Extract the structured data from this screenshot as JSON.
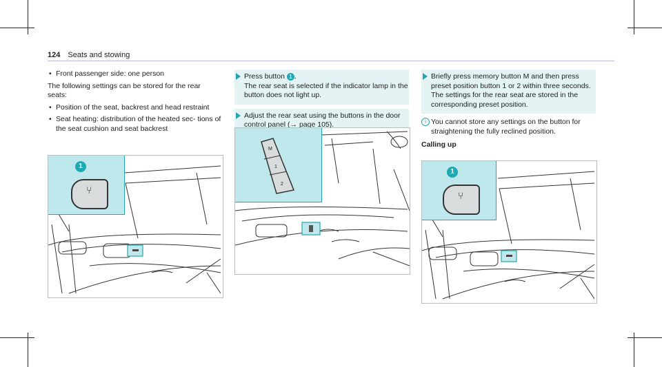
{
  "header": {
    "page": "124",
    "title": "Seats and stowing"
  },
  "col1": {
    "bullet_top": "Front passenger side: one person",
    "intro": "The following settings can be stored for the rear seats:",
    "bullets": [
      "Position of the seat, backrest and head restraint",
      "Seat heating: distribution of the heated sec- tions of the seat cushion and seat backrest"
    ],
    "fig_callout": "1"
  },
  "col2": {
    "step1_a": "Press button ",
    "step1_badge": "1",
    "step1_b": ".",
    "step1_c": "The rear seat is selected if the indicator lamp in the button does not light up.",
    "step2": "Adjust the rear seat using the buttons in the door control panel (→ page 105).",
    "mem_labels": [
      "M",
      "1",
      "2"
    ]
  },
  "col3": {
    "step1": "Briefly press memory button M and then press preset position button 1 or 2 within three seconds.",
    "step1_b": "The settings for the rear seat are stored in the corresponding preset position.",
    "note_icon": "i",
    "note": "You cannot store any settings on the button for straightening the fully reclined position.",
    "section": "Calling up",
    "fig_callout": "1"
  },
  "colors": {
    "accent": "#25a5ae",
    "highlight": "#bfe8ec"
  }
}
